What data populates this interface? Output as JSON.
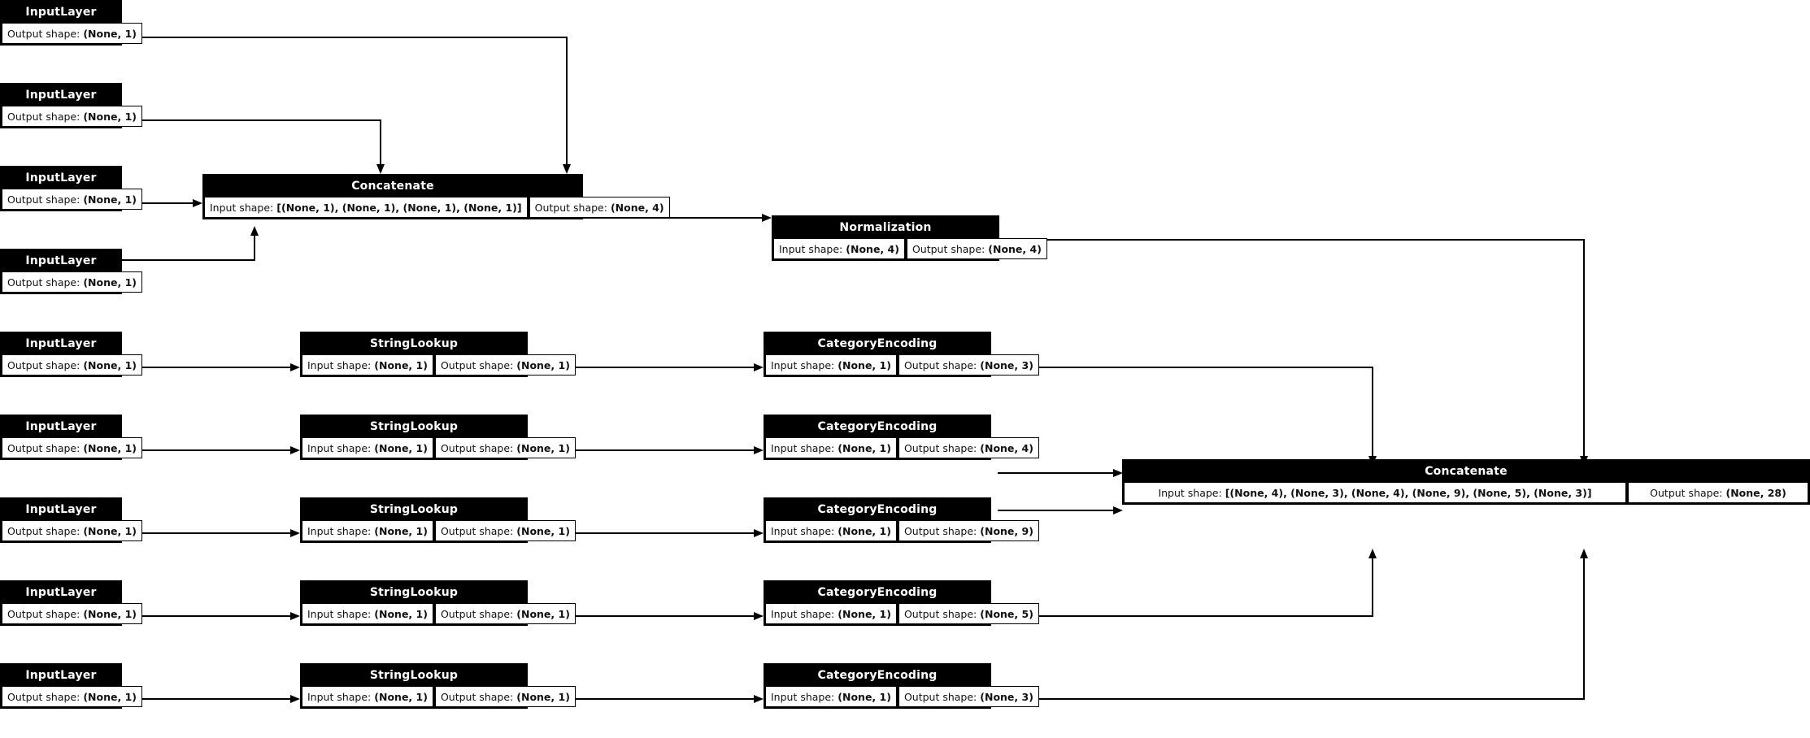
{
  "diagram": {
    "title": "Keras functional model plot",
    "labels": {
      "input_layer": "InputLayer",
      "string_lookup": "StringLookup",
      "category_encoding": "CategoryEncoding",
      "concatenate": "Concatenate",
      "normalization": "Normalization",
      "input_shape_key": "Input shape:",
      "output_shape_key": "Output shape:"
    },
    "colors": {
      "node_header_bg": "#000000",
      "node_header_text": "#ffffff",
      "shape_cell_bg": "#ffffff",
      "shape_cell_text": "#111111",
      "edge": "#000000",
      "page_bg": "#ffffff"
    }
  },
  "numeric_inputs": [
    {
      "type": "InputLayer",
      "output_shape": "(None, 1)"
    },
    {
      "type": "InputLayer",
      "output_shape": "(None, 1)"
    },
    {
      "type": "InputLayer",
      "output_shape": "(None, 1)"
    },
    {
      "type": "InputLayer",
      "output_shape": "(None, 1)"
    }
  ],
  "concat_numeric": {
    "type": "Concatenate",
    "input_shape": "[(None, 1), (None, 1), (None, 1), (None, 1)]",
    "output_shape": "(None, 4)"
  },
  "normalization": {
    "type": "Normalization",
    "input_shape": "(None, 4)",
    "output_shape": "(None, 4)"
  },
  "categorical_rows": [
    {
      "input": {
        "type": "InputLayer",
        "output_shape": "(None, 1)"
      },
      "lookup": {
        "type": "StringLookup",
        "input_shape": "(None, 1)",
        "output_shape": "(None, 1)"
      },
      "encoding": {
        "type": "CategoryEncoding",
        "input_shape": "(None, 1)",
        "output_shape": "(None, 3)"
      }
    },
    {
      "input": {
        "type": "InputLayer",
        "output_shape": "(None, 1)"
      },
      "lookup": {
        "type": "StringLookup",
        "input_shape": "(None, 1)",
        "output_shape": "(None, 1)"
      },
      "encoding": {
        "type": "CategoryEncoding",
        "input_shape": "(None, 1)",
        "output_shape": "(None, 4)"
      }
    },
    {
      "input": {
        "type": "InputLayer",
        "output_shape": "(None, 1)"
      },
      "lookup": {
        "type": "StringLookup",
        "input_shape": "(None, 1)",
        "output_shape": "(None, 1)"
      },
      "encoding": {
        "type": "CategoryEncoding",
        "input_shape": "(None, 1)",
        "output_shape": "(None, 9)"
      }
    },
    {
      "input": {
        "type": "InputLayer",
        "output_shape": "(None, 1)"
      },
      "lookup": {
        "type": "StringLookup",
        "input_shape": "(None, 1)",
        "output_shape": "(None, 1)"
      },
      "encoding": {
        "type": "CategoryEncoding",
        "input_shape": "(None, 1)",
        "output_shape": "(None, 5)"
      }
    },
    {
      "input": {
        "type": "InputLayer",
        "output_shape": "(None, 1)"
      },
      "lookup": {
        "type": "StringLookup",
        "input_shape": "(None, 1)",
        "output_shape": "(None, 1)"
      },
      "encoding": {
        "type": "CategoryEncoding",
        "input_shape": "(None, 1)",
        "output_shape": "(None, 3)"
      }
    }
  ],
  "concat_final": {
    "type": "Concatenate",
    "input_shape": "[(None, 4), (None, 3), (None, 4), (None, 9), (None, 5), (None, 3)]",
    "output_shape": "(None, 28)"
  }
}
